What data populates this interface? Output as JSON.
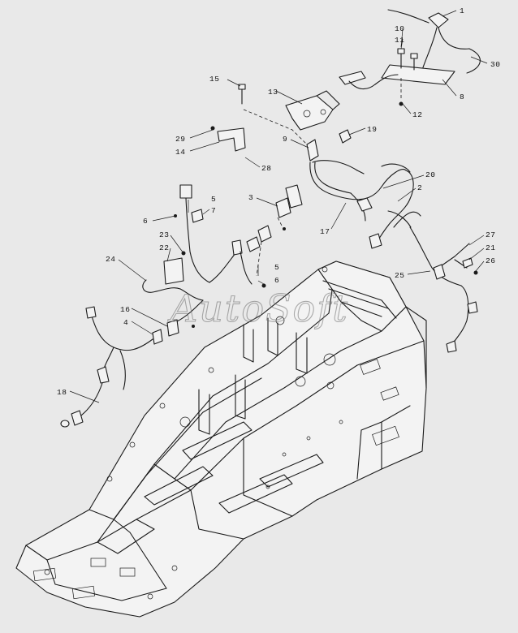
{
  "watermark": "AutoSoft",
  "callouts": [
    {
      "id": "c1",
      "label": "1"
    },
    {
      "id": "c10",
      "label": "10"
    },
    {
      "id": "c11",
      "label": "11"
    },
    {
      "id": "c30",
      "label": "30"
    },
    {
      "id": "c8",
      "label": "8"
    },
    {
      "id": "c12",
      "label": "12"
    },
    {
      "id": "c15",
      "label": "15"
    },
    {
      "id": "c13",
      "label": "13"
    },
    {
      "id": "c19",
      "label": "19"
    },
    {
      "id": "c9",
      "label": "9"
    },
    {
      "id": "c29",
      "label": "29"
    },
    {
      "id": "c14",
      "label": "14"
    },
    {
      "id": "c28",
      "label": "28"
    },
    {
      "id": "c20",
      "label": "20"
    },
    {
      "id": "c2",
      "label": "2"
    },
    {
      "id": "c5a",
      "label": "5"
    },
    {
      "id": "c7",
      "label": "7"
    },
    {
      "id": "c6a",
      "label": "6"
    },
    {
      "id": "c3",
      "label": "3"
    },
    {
      "id": "c17",
      "label": "17"
    },
    {
      "id": "c27",
      "label": "27"
    },
    {
      "id": "c21",
      "label": "21"
    },
    {
      "id": "c26",
      "label": "26"
    },
    {
      "id": "c23",
      "label": "23"
    },
    {
      "id": "c22",
      "label": "22"
    },
    {
      "id": "c25",
      "label": "25"
    },
    {
      "id": "c24",
      "label": "24"
    },
    {
      "id": "c5b",
      "label": "5"
    },
    {
      "id": "c6b",
      "label": "6"
    },
    {
      "id": "c16",
      "label": "16"
    },
    {
      "id": "c4",
      "label": "4"
    },
    {
      "id": "c18",
      "label": "18"
    }
  ]
}
